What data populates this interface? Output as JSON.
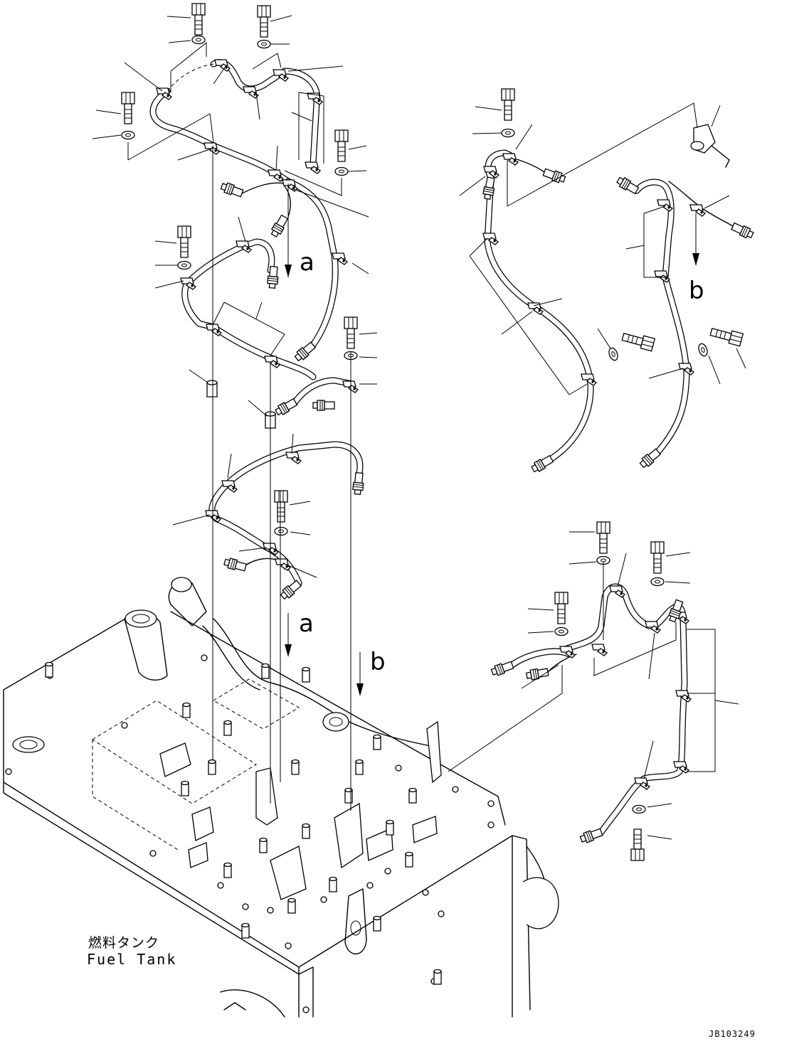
{
  "view_letters": {
    "a_upper": "a",
    "a_lower": "a",
    "b_right": "b",
    "b_lower": "b"
  },
  "tank_label": {
    "japanese": "燃料タンク",
    "english": "Fuel Tank"
  },
  "drawing_id": "JB103249"
}
